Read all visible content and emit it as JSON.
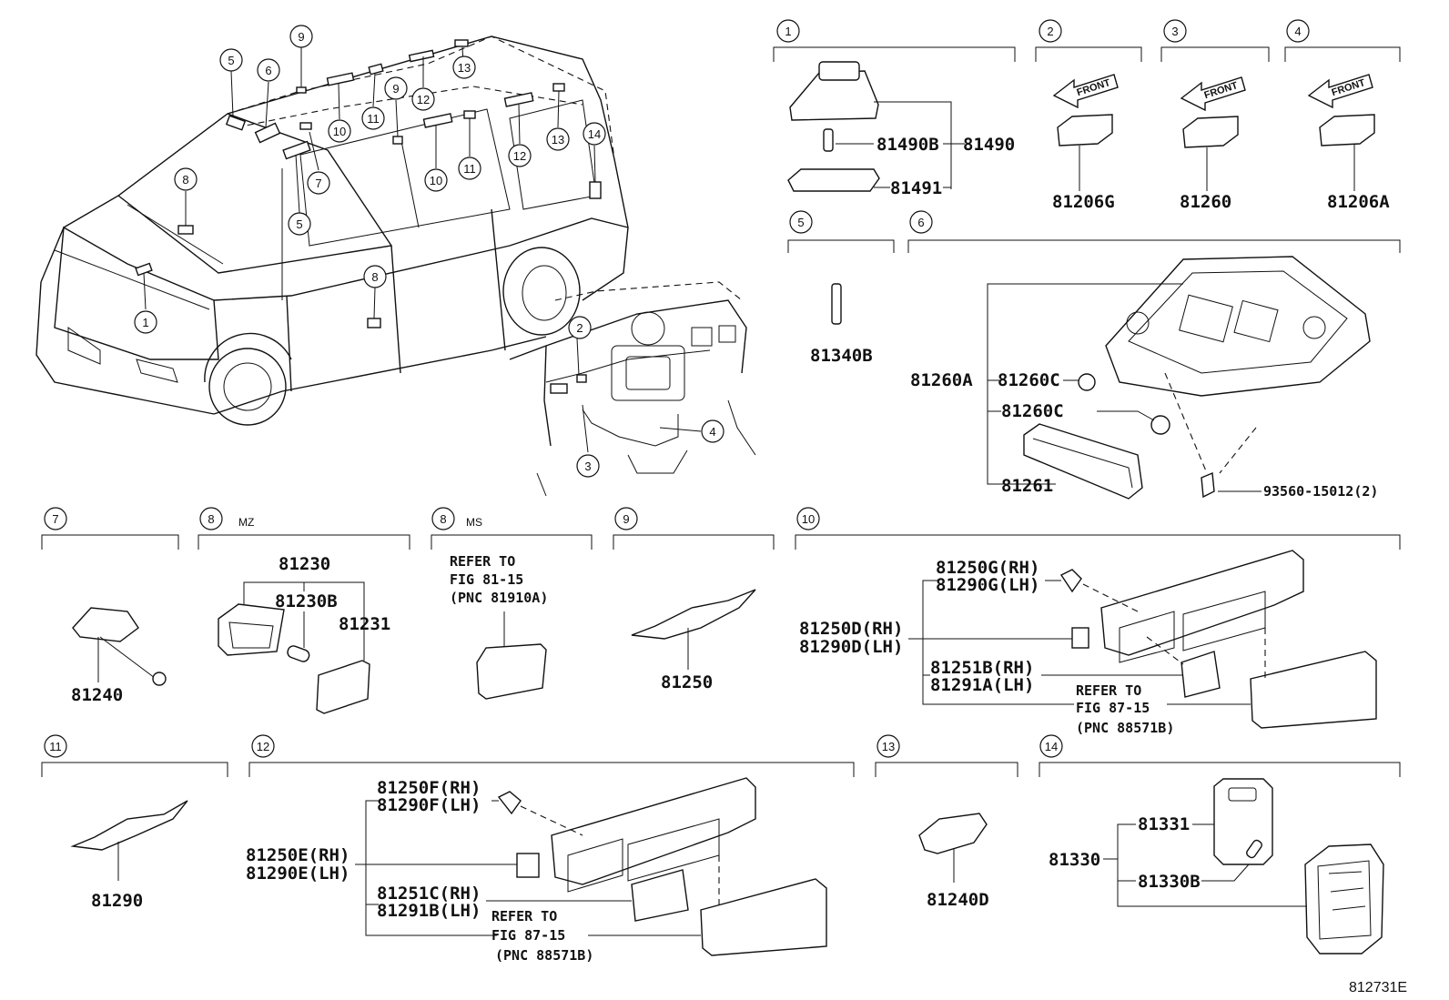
{
  "diagram_id": "812731E",
  "car_callouts": [
    "1",
    "2",
    "3",
    "4",
    "5",
    "5",
    "6",
    "7",
    "8",
    "8",
    "9",
    "9",
    "10",
    "10",
    "11",
    "11",
    "12",
    "12",
    "13",
    "13",
    "14"
  ],
  "sections": [
    {
      "no": "1",
      "parts": [
        "81490B",
        "81490",
        "81491"
      ]
    },
    {
      "no": "2",
      "front": "FRONT",
      "parts": [
        "81206G"
      ]
    },
    {
      "no": "3",
      "front": "FRONT",
      "parts": [
        "81260"
      ]
    },
    {
      "no": "4",
      "front": "FRONT",
      "parts": [
        "81206A"
      ]
    },
    {
      "no": "5",
      "parts": [
        "81340B"
      ]
    },
    {
      "no": "6",
      "parts": [
        "81260A",
        "81260C",
        "81260C",
        "81261",
        "93560-15012(2)"
      ]
    },
    {
      "no": "7",
      "parts": [
        "81240"
      ]
    },
    {
      "no": "8",
      "tag": "MZ",
      "parts": [
        "81230",
        "81230B",
        "81231"
      ]
    },
    {
      "no": "8",
      "tag": "MS",
      "refer": [
        "REFER TO",
        "FIG 81-15",
        "(PNC 81910A)"
      ]
    },
    {
      "no": "9",
      "parts": [
        "81250"
      ]
    },
    {
      "no": "10",
      "parts": [
        "81250G(RH)",
        "81290G(LH)",
        "81250D(RH)",
        "81290D(LH)",
        "81251B(RH)",
        "81291A(LH)"
      ],
      "refer": [
        "REFER TO",
        "FIG 87-15",
        "(PNC 88571B)"
      ]
    },
    {
      "no": "11",
      "parts": [
        "81290"
      ]
    },
    {
      "no": "12",
      "parts": [
        "81250F(RH)",
        "81290F(LH)",
        "81250E(RH)",
        "81290E(LH)",
        "81251C(RH)",
        "81291B(LH)"
      ],
      "refer": [
        "REFER TO",
        "FIG 87-15",
        "(PNC 88571B)"
      ]
    },
    {
      "no": "13",
      "parts": [
        "81240D"
      ]
    },
    {
      "no": "14",
      "parts": [
        "81331",
        "81330",
        "81330B"
      ]
    }
  ]
}
